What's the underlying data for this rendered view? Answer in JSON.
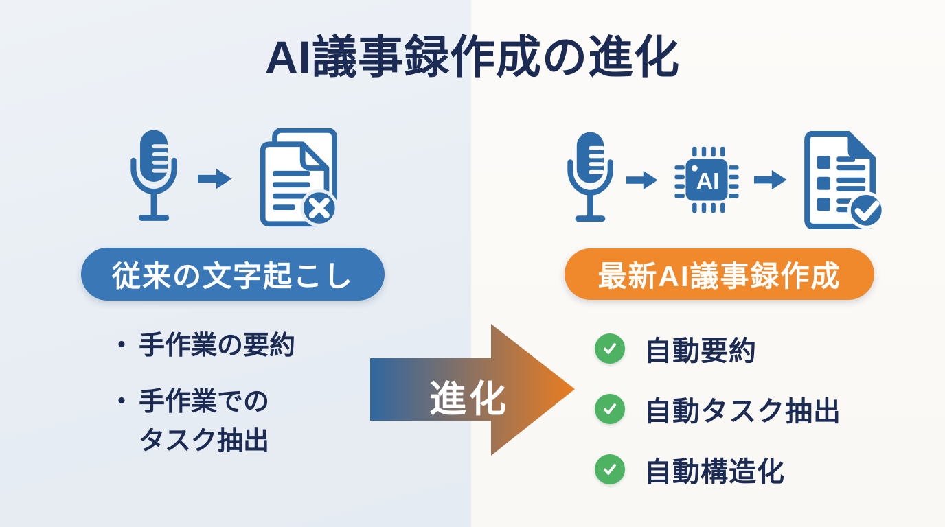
{
  "title": "AI議事録作成の進化",
  "left_panel": {
    "label": "従来の文字起こし",
    "bullet_char": "・",
    "items": [
      "手作業の要約",
      "手作業での\nタスク抽出"
    ]
  },
  "arrow": {
    "label": "進化"
  },
  "right_panel": {
    "label": "最新AI議事録作成",
    "chip_label": "AI",
    "items": [
      "自動要約",
      "自動タスク抽出",
      "自動構造化"
    ]
  },
  "colors": {
    "title_navy": "#1c2b54",
    "icon_blue": "#2e6ba9",
    "pill_blue": "#3a77b6",
    "pill_orange": "#f0882c",
    "check_green": "#4db363",
    "arrow_gradient_start": "#31679f",
    "arrow_gradient_end": "#ea7c20",
    "background_left": "#e9eef4",
    "background_right": "#fbfaf8"
  }
}
